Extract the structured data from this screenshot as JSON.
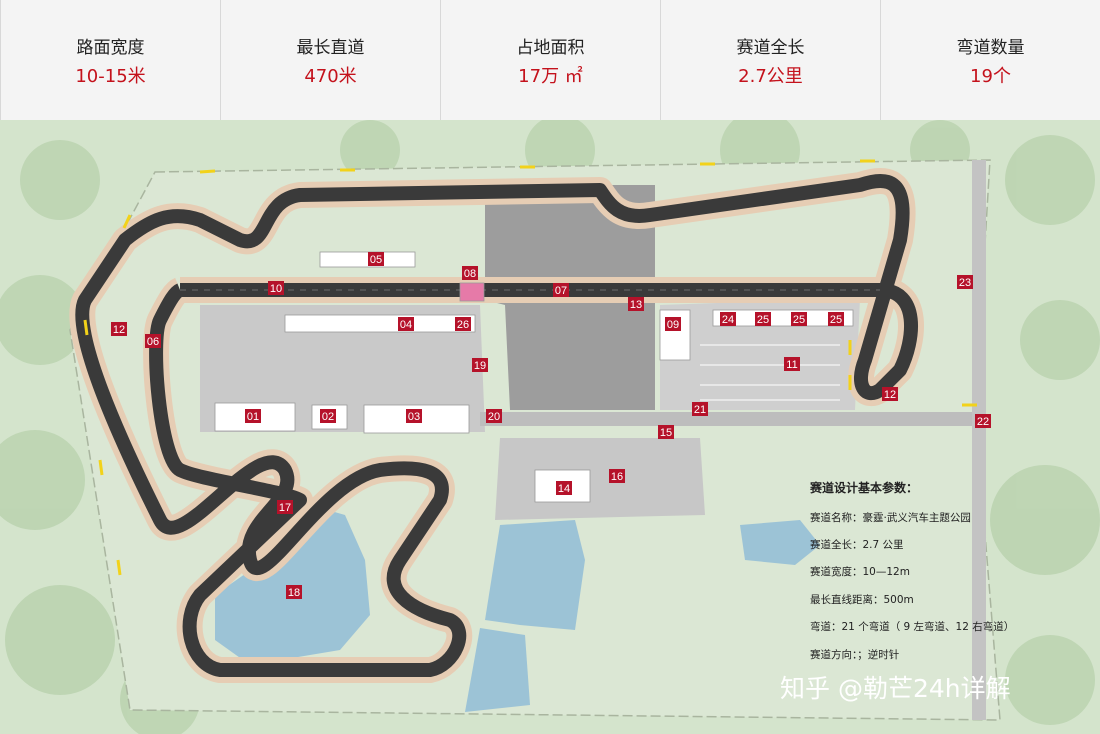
{
  "stats": [
    {
      "label": "路面宽度",
      "value": "10-15米"
    },
    {
      "label": "最长直道",
      "value": "470米"
    },
    {
      "label": "占地面积",
      "value": "17万 ㎡"
    },
    {
      "label": "赛道全长",
      "value": "2.7公里"
    },
    {
      "label": "弯道数量",
      "value": "19个"
    }
  ],
  "map": {
    "markers": [
      "01",
      "02",
      "03",
      "04",
      "05",
      "06",
      "07",
      "08",
      "09",
      "10",
      "11",
      "12",
      "12",
      "13",
      "14",
      "15",
      "16",
      "17",
      "18",
      "19",
      "20",
      "21",
      "22",
      "23",
      "24",
      "25",
      "25",
      "25",
      "26"
    ],
    "spec_title": "赛道设计基本参数：",
    "spec_lines": [
      "赛道名称：豪霆·武义汽车主题公园",
      "赛道全长：2.7 公里",
      "赛道宽度：10—12m",
      "最长直线距离：500m",
      "弯道：21 个弯道（ 9 左弯道、12 右弯道）",
      "赛道方向：；逆时针"
    ],
    "watermark": "知乎 @勒芒24h详解"
  },
  "colors": {
    "accent": "#c4121c",
    "track": "#3a3a3a",
    "water": "#9cc3d6",
    "vegetation": "#cfe0c8",
    "paved": "#c9c9c9",
    "marker": "#b5122a"
  }
}
